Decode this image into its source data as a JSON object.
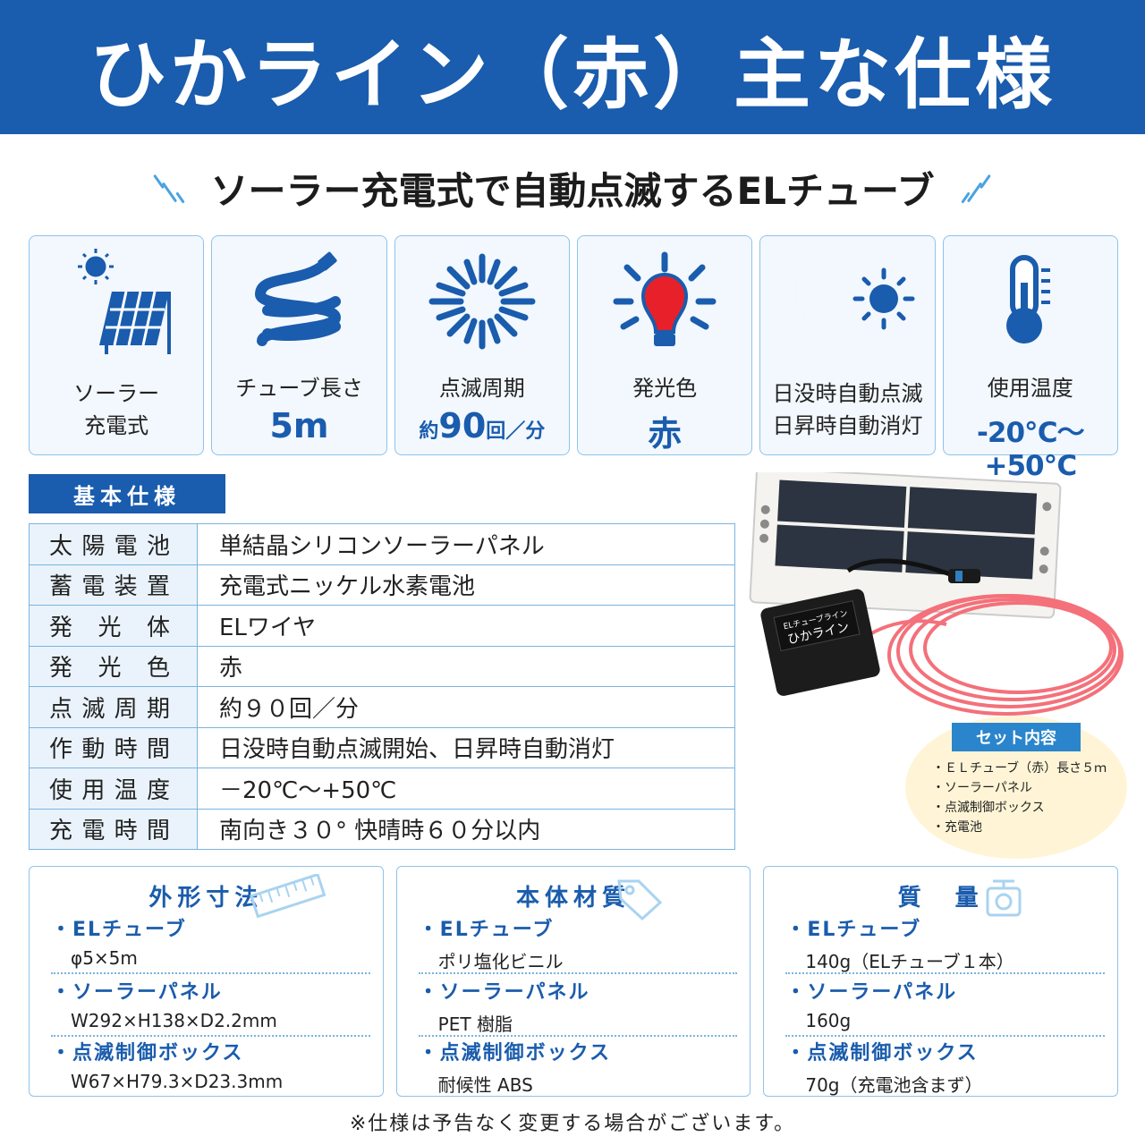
{
  "header": {
    "title": "ひかライン（赤）主な仕様"
  },
  "subtitle": "ソーラー充電式で自動点滅するELチューブ",
  "features": [
    {
      "icon": "solar-panel-icon",
      "label1": "ソーラー",
      "label2": "充電式"
    },
    {
      "icon": "tube-coil-icon",
      "label": "チューブ長さ",
      "value": "5m"
    },
    {
      "icon": "blink-burst-icon",
      "label": "点滅周期",
      "value_pre": "約",
      "value": "90",
      "value_post": "回／分"
    },
    {
      "icon": "red-bulb-icon",
      "label": "発光色",
      "value": "赤"
    },
    {
      "icon": "moon-sun-icon",
      "label1": "日没時自動点滅",
      "label2": "日昇時自動消灯"
    },
    {
      "icon": "thermometer-icon",
      "label": "使用温度",
      "value": "-20℃～+50℃"
    }
  ],
  "spec": {
    "tag": "基本仕様",
    "rows": [
      {
        "key": "太陽電池",
        "value": "単結晶シリコンソーラーパネル"
      },
      {
        "key": "蓄電装置",
        "value": "充電式ニッケル水素電池"
      },
      {
        "key": "発光体",
        "value": "ELワイヤ"
      },
      {
        "key": "発光色",
        "value": "赤"
      },
      {
        "key": "点滅周期",
        "value": "約９０回／分"
      },
      {
        "key": "作動時間",
        "value": "日没時自動点滅開始、日昇時自動消灯"
      },
      {
        "key": "使用温度",
        "value": "－20℃～+50℃"
      },
      {
        "key": "充電時間",
        "value": "南向き３０° 快晴時６０分以内"
      }
    ]
  },
  "photo": {
    "box_label": "ELチューブライン ひかライン"
  },
  "set_contents": {
    "tag": "セット内容",
    "items": [
      "・ＥＬチューブ（赤）長さ５ｍ",
      "・ソーラーパネル",
      "・点滅制御ボックス",
      "・充電池"
    ]
  },
  "cards": [
    {
      "title": "外形寸法",
      "icon": "ruler-icon",
      "items": [
        {
          "h": "・ELチューブ",
          "d": "φ5×5m"
        },
        {
          "h": "・ソーラーパネル",
          "d": "W292×H138×D2.2mm"
        },
        {
          "h": "・点滅制御ボックス",
          "d": "W67×H79.3×D23.3mm"
        }
      ]
    },
    {
      "title": "本体材質",
      "icon": "tag-icon",
      "items": [
        {
          "h": "・ELチューブ",
          "d": "ポリ塩化ビニル"
        },
        {
          "h": "・ソーラーパネル",
          "d": "PET 樹脂"
        },
        {
          "h": "・点滅制御ボックス",
          "d": "耐候性 ABS"
        }
      ]
    },
    {
      "title": "質　量",
      "icon": "scale-icon",
      "items": [
        {
          "h": "・ELチューブ",
          "d": "140g（ELチューブ１本）"
        },
        {
          "h": "・ソーラーパネル",
          "d": "160g"
        },
        {
          "h": "・点滅制御ボックス",
          "d": "70g（充電池含まず）"
        }
      ]
    }
  ],
  "note": "※仕様は予告なく変更する場合がございます。",
  "colors": {
    "brand_blue": "#1a5cad",
    "light_blue": "#8fc3ea",
    "bulb_red": "#e8202a",
    "set_bg": "#fff5d6"
  }
}
